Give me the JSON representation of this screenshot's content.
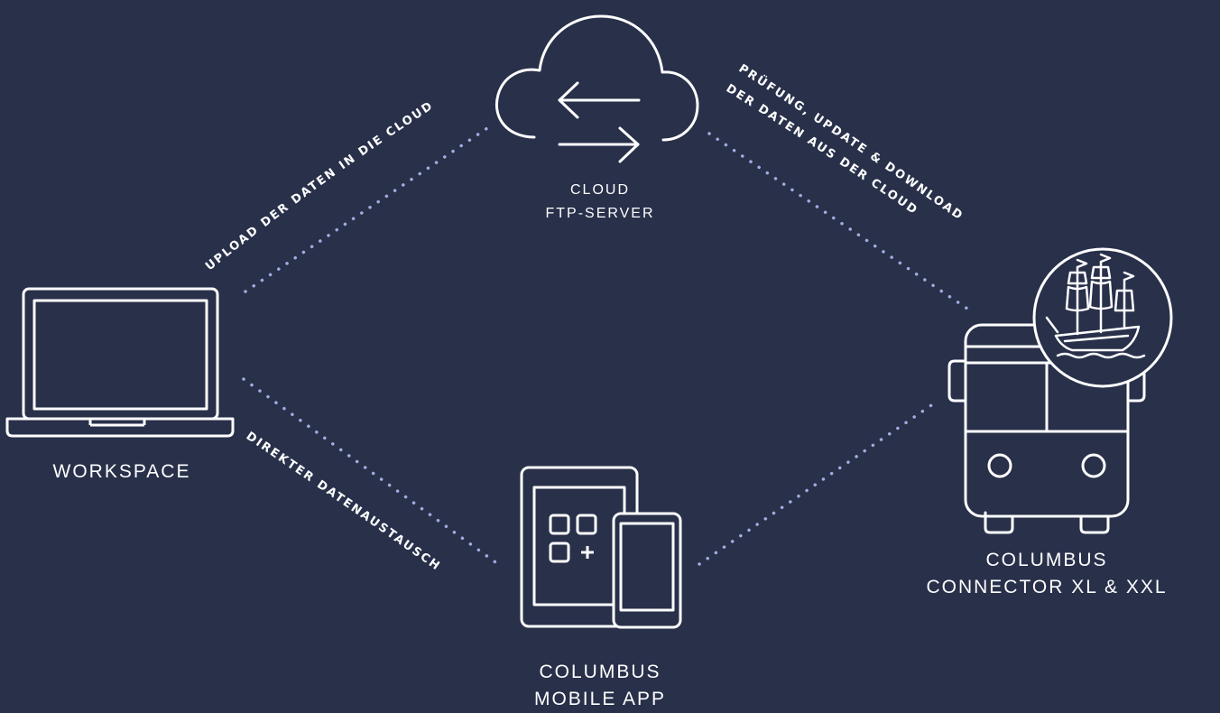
{
  "nodes": {
    "workspace": {
      "label": "WORKSPACE"
    },
    "cloud": {
      "line1": "CLOUD",
      "line2": "FTP-SERVER"
    },
    "mobile": {
      "line1": "COLUMBUS",
      "line2": "MOBILE APP"
    },
    "connector": {
      "line1": "COLUMBUS",
      "line2": "CONNECTOR XL & XXL"
    }
  },
  "edges": {
    "upload": "UPLOAD DER DATEN IN DIE CLOUD",
    "download_line1": "PRÜFUNG, UPDATE & DOWNLOAD",
    "download_line2": "DER DATEN AUS DER CLOUD",
    "direct": "DIREKTER DATENAUSTAUSCH"
  },
  "colors": {
    "background": "#28304a",
    "foreground": "#ffffff",
    "dotted_line": "#a3abe0"
  }
}
